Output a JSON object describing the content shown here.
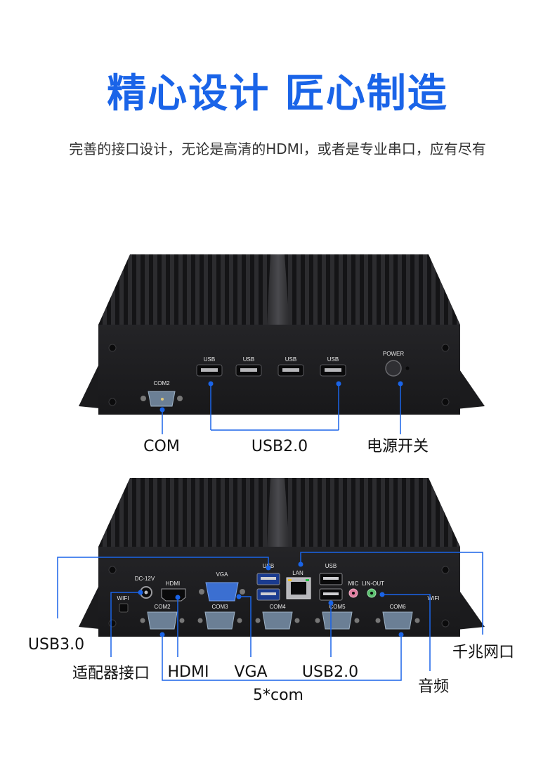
{
  "heading": "精心设计 匠心制造",
  "subheading": "完善的接口设计，无论是高清的HDMI，或者是专业串口，应有尽有",
  "colors": {
    "accent": "#1a64e8",
    "callout": "#1a64e8",
    "chassis": "#1c1c1e"
  },
  "front_panel": {
    "port_labels": {
      "com2": "COM2",
      "usb": "USB",
      "power": "POWER"
    },
    "callouts": {
      "com": "COM",
      "usb": "USB2.0",
      "power": "电源开关"
    }
  },
  "rear_panel": {
    "port_labels": {
      "dc": "DC-12V",
      "hdmi": "HDMI",
      "vga": "VGA",
      "usb": "USB",
      "lan": "LAN",
      "mic": "MIC",
      "lineout": "LIN-OUT",
      "wifi": "WIFI",
      "com2": "COM2",
      "com3": "COM3",
      "com4": "COM4",
      "com5": "COM5",
      "com6": "COM6"
    },
    "callouts": {
      "usb3": "USB3.0",
      "adapter": "适配器接口",
      "hdmi": "HDMI",
      "vga": "VGA",
      "usb2": "USB2.0",
      "com": "5*com",
      "audio": "音频",
      "lan": "千兆网口"
    }
  }
}
